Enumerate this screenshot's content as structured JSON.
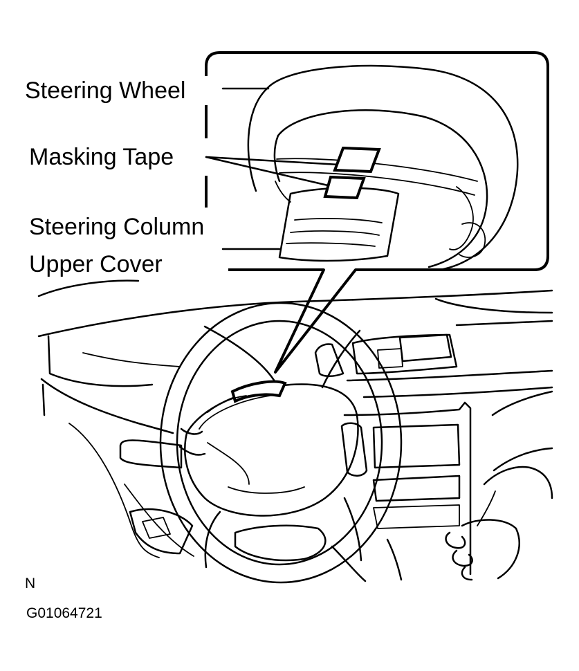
{
  "labels": {
    "steering_wheel": "Steering Wheel",
    "masking_tape": "Masking Tape",
    "column_cover_line1": "Steering Column",
    "column_cover_line2": "Upper Cover"
  },
  "footer": {
    "letter": "N",
    "figure_id": "G01064721"
  }
}
